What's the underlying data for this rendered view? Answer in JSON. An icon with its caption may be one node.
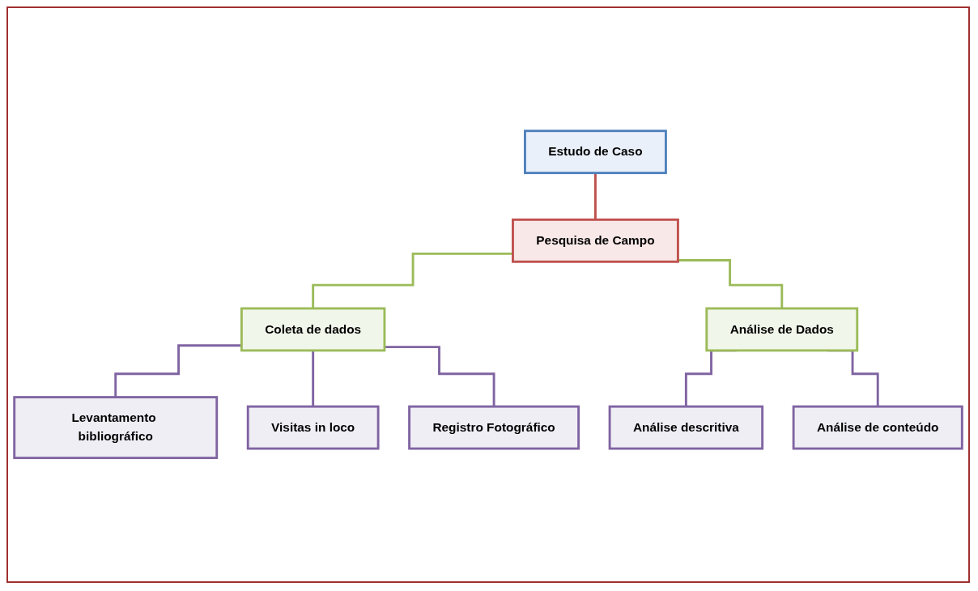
{
  "diagram": {
    "nodes": [
      {
        "text": [
          "Estudo de Caso"
        ]
      },
      {
        "text": [
          "Pesquisa de Campo"
        ]
      },
      {
        "text": [
          "Coleta de dados"
        ]
      },
      {
        "text": [
          "Análise de Dados"
        ]
      },
      {
        "text": [
          "Levantamento bibliográfico"
        ]
      },
      {
        "text": [
          "Visitas in loco"
        ]
      },
      {
        "text": [
          "Registro Fotográfico"
        ]
      },
      {
        "text": [
          "Análise descritiva"
        ]
      },
      {
        "text": [
          "Análise de conteúdo"
        ]
      }
    ],
    "edges": [
      {
        "from": 0,
        "to": 1,
        "arrow": "none",
        "color": "#c0504d"
      },
      {
        "from": 1,
        "to": 2,
        "arrow": "none",
        "color": "#9bbb59"
      },
      {
        "from": 1,
        "to": 3,
        "arrow": "none",
        "color": "#9bbb59"
      },
      {
        "from": 2,
        "to": 4,
        "arrow": "none"
      },
      {
        "from": 2,
        "to": 5,
        "arrow": "none"
      },
      {
        "from": 2,
        "to": 6,
        "arrow": "none"
      },
      {
        "from": 3,
        "to": 7,
        "arrow": "none"
      },
      {
        "from": 3,
        "to": 8,
        "arrow": "none"
      }
    ]
  }
}
